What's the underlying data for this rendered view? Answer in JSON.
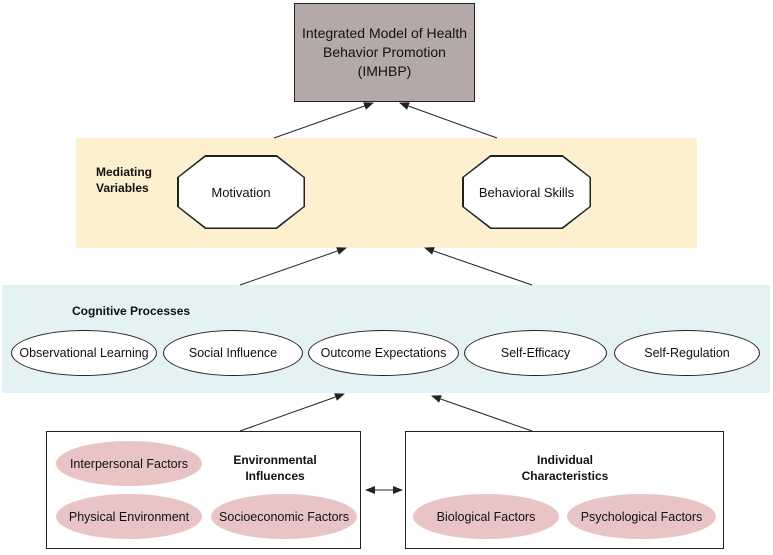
{
  "title": {
    "lines": [
      "Integrated Model of Health",
      "Behavior Promotion",
      "(IMHBP)"
    ]
  },
  "mediating": {
    "title_lines": [
      "Mediating",
      "Variables"
    ],
    "nodes": [
      "Motivation",
      "Behavioral Skills"
    ]
  },
  "cognitive": {
    "title": "Cognitive Processes",
    "nodes": [
      "Observational Learning",
      "Social Influence",
      "Outcome Expectations",
      "Self-Efficacy",
      "Self-Regulation"
    ]
  },
  "environmental": {
    "title_lines": [
      "Environmental",
      "Influences"
    ],
    "factors": [
      "Interpersonal Factors",
      "Physical Environment",
      "Socioeconomic Factors"
    ]
  },
  "individual": {
    "title_lines": [
      "Individual",
      "Characteristics"
    ],
    "factors": [
      "Biological Factors",
      "Psychological Factors"
    ]
  },
  "colors": {
    "title_fill": "#b5a8a8",
    "mediating_panel": "#fdf0cf",
    "cognitive_panel": "#e4f2f3",
    "factor_fill": "#e8c4c4"
  }
}
